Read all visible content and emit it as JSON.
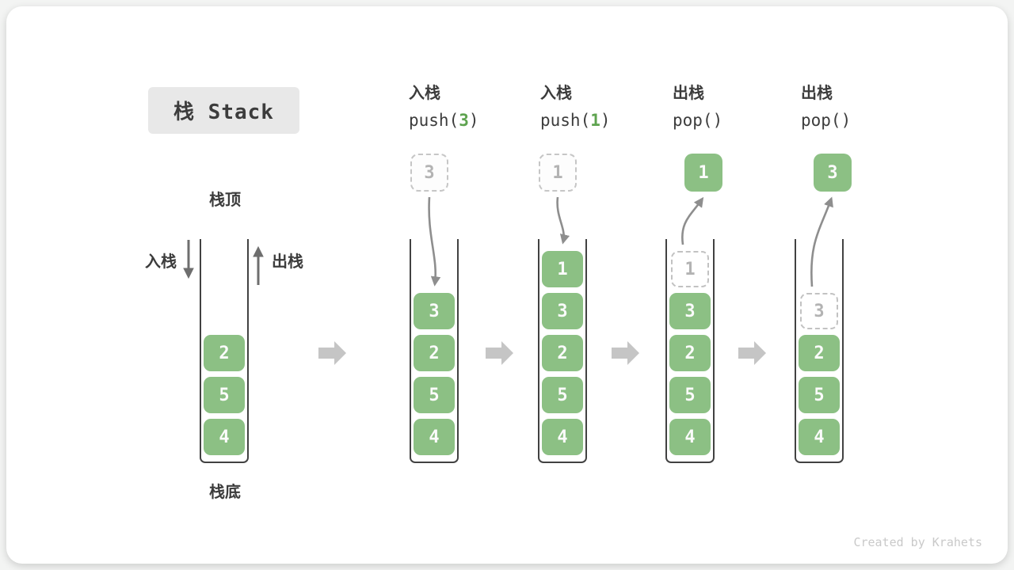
{
  "title": "栈 Stack",
  "legend": {
    "stack_top": "栈顶",
    "stack_bottom": "栈底",
    "push": "入栈",
    "pop": "出栈"
  },
  "watermark": "Created by Krahets",
  "colors": {
    "block_green": "#8CC084",
    "code_arg_green": "#5EA34F",
    "label_dark": "#3C3C3C",
    "flow_arrow_gray": "#C5C5C5",
    "curve_arrow_gray": "#8E8E8E",
    "legend_arrow_gray": "#6E6E6E",
    "ghost_border_gray": "#C2C2C2",
    "ghost_text_gray": "#B3B3B3",
    "title_box_bg": "#E8E8E8",
    "container_border": "#424242"
  },
  "operations": [
    {
      "label": "入栈",
      "fn": "push(",
      "arg": "3",
      "close": ")"
    },
    {
      "label": "入栈",
      "fn": "push(",
      "arg": "1",
      "close": ")"
    },
    {
      "label": "出栈",
      "fn": "pop(",
      "arg": "",
      "close": ")"
    },
    {
      "label": "出栈",
      "fn": "pop(",
      "arg": "",
      "close": ")"
    }
  ],
  "stacks": [
    {
      "blocks": [
        "4",
        "5",
        "2"
      ]
    },
    {
      "blocks": [
        "4",
        "5",
        "2",
        "3"
      ],
      "floating": {
        "style": "dashed",
        "value": "3"
      },
      "arrow": "push"
    },
    {
      "blocks": [
        "4",
        "5",
        "2",
        "3",
        "1"
      ],
      "floating": {
        "style": "dashed",
        "value": "1"
      },
      "arrow": "push"
    },
    {
      "blocks": [
        "4",
        "5",
        "2",
        "3"
      ],
      "ghost": "1",
      "floating": {
        "style": "solid",
        "value": "1"
      },
      "arrow": "pop"
    },
    {
      "blocks": [
        "4",
        "5",
        "2"
      ],
      "ghost": "3",
      "floating": {
        "style": "solid",
        "value": "3"
      },
      "arrow": "pop"
    }
  ]
}
